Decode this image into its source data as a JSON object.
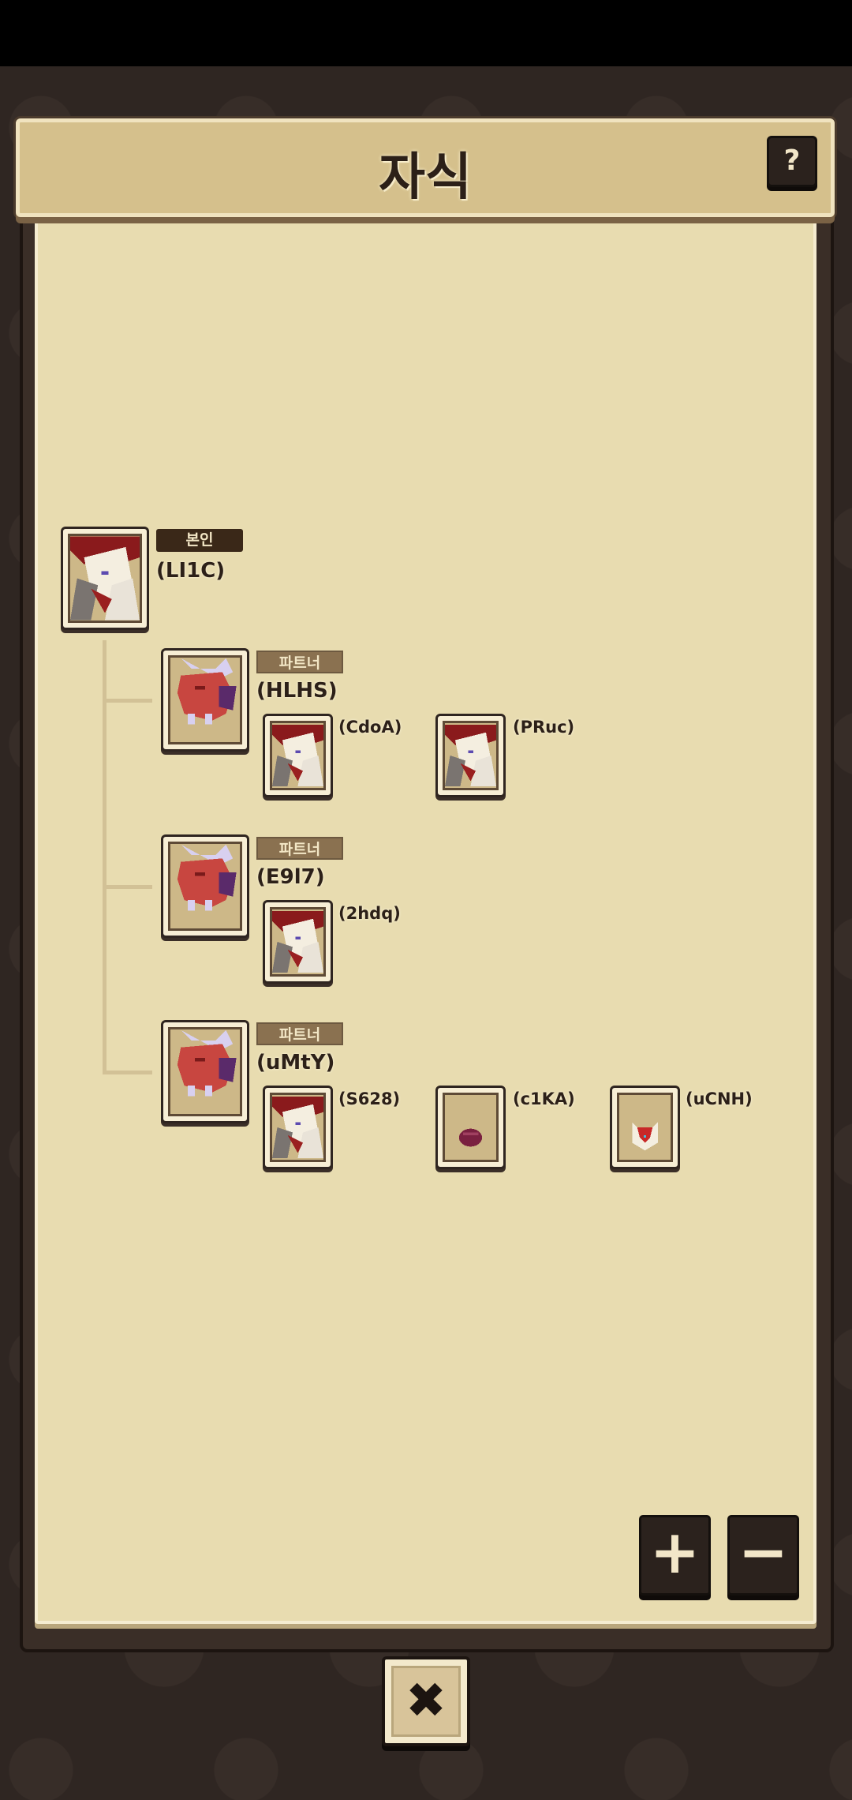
{
  "header": {
    "title": "자식",
    "help_label": "?"
  },
  "self": {
    "badge": "본인",
    "name": "(LI1C)",
    "portrait": "white-red-dragon-icon"
  },
  "partners": [
    {
      "badge": "파트너",
      "name": "(HLHS)",
      "portrait": "red-dragon-icon",
      "children": [
        {
          "name": "(CdoA)",
          "portrait": "white-red-dragon-icon"
        },
        {
          "name": "(PRuc)",
          "portrait": "white-red-dragon-icon"
        }
      ]
    },
    {
      "badge": "파트너",
      "name": "(E9l7)",
      "portrait": "red-dragon-icon",
      "children": [
        {
          "name": "(2hdq)",
          "portrait": "white-red-dragon-icon"
        }
      ]
    },
    {
      "badge": "파트너",
      "name": "(uMtY)",
      "portrait": "red-dragon-icon",
      "children": [
        {
          "name": "(S628)",
          "portrait": "white-red-dragon-icon"
        },
        {
          "name": "(c1KA)",
          "portrait": "egg-icon"
        },
        {
          "name": "(uCNH)",
          "portrait": "baby-dragon-icon"
        }
      ]
    }
  ],
  "controls": {
    "zoom_in": "+",
    "zoom_out": "−",
    "close": "✖"
  }
}
